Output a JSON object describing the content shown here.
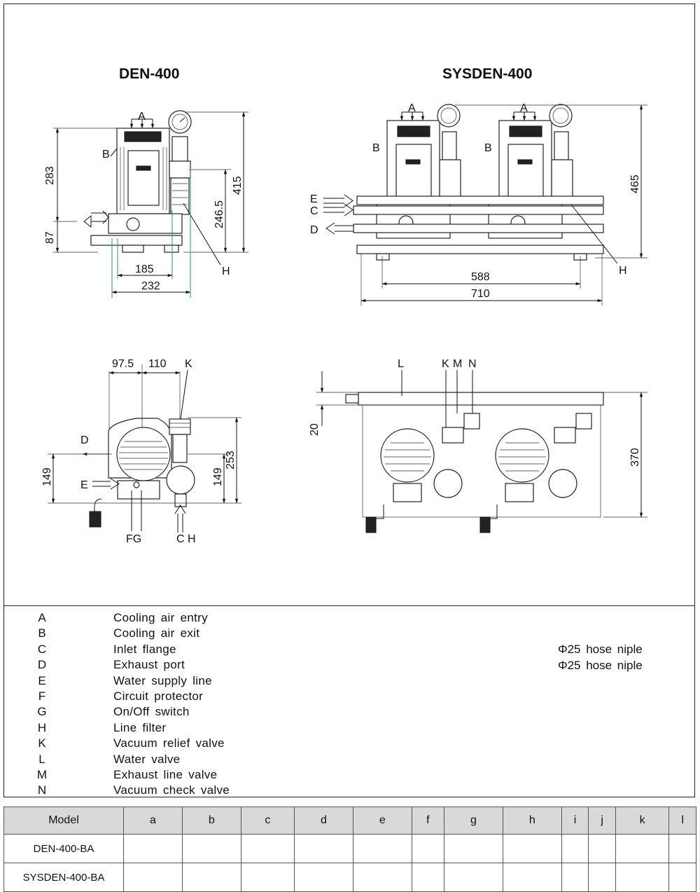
{
  "titles": {
    "left": "DEN-400",
    "right": "SYSDEN-400"
  },
  "dims": {
    "v283": "283",
    "v87": "87",
    "v415": "415",
    "v246": "246.5",
    "h185": "185",
    "h232": "232",
    "v465": "465",
    "h588": "588",
    "h710": "710",
    "h975": "97.5",
    "h110": "110",
    "v149a": "149",
    "v149b": "149",
    "v253": "253",
    "v20": "20",
    "v370": "370"
  },
  "callouts": {
    "A": "A",
    "B": "B",
    "C": "C",
    "D": "D",
    "E": "E",
    "H": "H",
    "K": "K",
    "L": "L",
    "M": "M",
    "N": "N",
    "FG": "FG",
    "CH": "C H"
  },
  "legend": [
    {
      "key": "A",
      "label": "Cooling air entry"
    },
    {
      "key": "B",
      "label": "Cooling air exit"
    },
    {
      "key": "C",
      "label": "Inlet flange"
    },
    {
      "key": "D",
      "label": "Exhaust port"
    },
    {
      "key": "E",
      "label": "Water supply line"
    },
    {
      "key": "F",
      "label": "Circuit protector"
    },
    {
      "key": "G",
      "label": "On/Off switch"
    },
    {
      "key": "H",
      "label": "Line filter"
    },
    {
      "key": "K",
      "label": "Vacuum relief valve"
    },
    {
      "key": "L",
      "label": "Water valve"
    },
    {
      "key": "M",
      "label": "Exhaust line valve"
    },
    {
      "key": "N",
      "label": "Vacuum check valve"
    }
  ],
  "notes": [
    "Φ25 hose niple",
    "Φ25 hose niple"
  ],
  "table": {
    "headers": [
      "Model",
      "a",
      "b",
      "c",
      "d",
      "e",
      "f",
      "g",
      "h",
      "i",
      "j",
      "k",
      "l"
    ],
    "rows": [
      {
        "model": "DEN-400-BA",
        "cells": [
          "",
          "",
          "",
          "",
          "",
          "",
          "",
          "",
          "",
          "",
          "",
          ""
        ]
      },
      {
        "model": "SYSDEN-400-BA",
        "cells": [
          "",
          "",
          "",
          "",
          "",
          "",
          "",
          "",
          "",
          "",
          "",
          ""
        ]
      }
    ]
  }
}
